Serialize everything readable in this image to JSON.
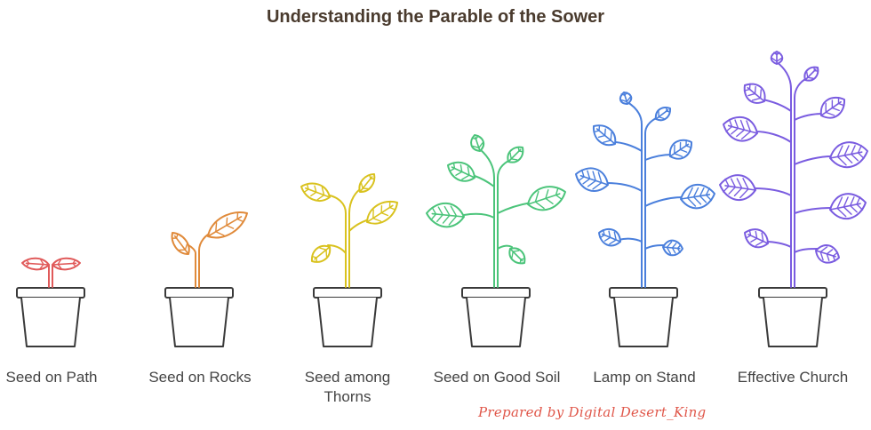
{
  "title": "Understanding the Parable of the Sower",
  "stages": [
    {
      "label": "Seed on Path",
      "color": "#e05a5a",
      "plant": "sprout-icon"
    },
    {
      "label": "Seed on Rocks",
      "color": "#e08a3a",
      "plant": "seedling-icon"
    },
    {
      "label": "Seed among\nThorns",
      "color": "#d9c21e",
      "plant": "young-plant-icon"
    },
    {
      "label": "Seed on Good Soil",
      "color": "#4bc47a",
      "plant": "leafy-plant-icon"
    },
    {
      "label": "Lamp on Stand",
      "color": "#4a7fdc",
      "plant": "tall-plant-icon"
    },
    {
      "label": "Effective Church",
      "color": "#7a5ce0",
      "plant": "full-plant-icon"
    }
  ],
  "pot_color": "#3a3a3a",
  "credit": "Prepared by Digital Desert_King"
}
